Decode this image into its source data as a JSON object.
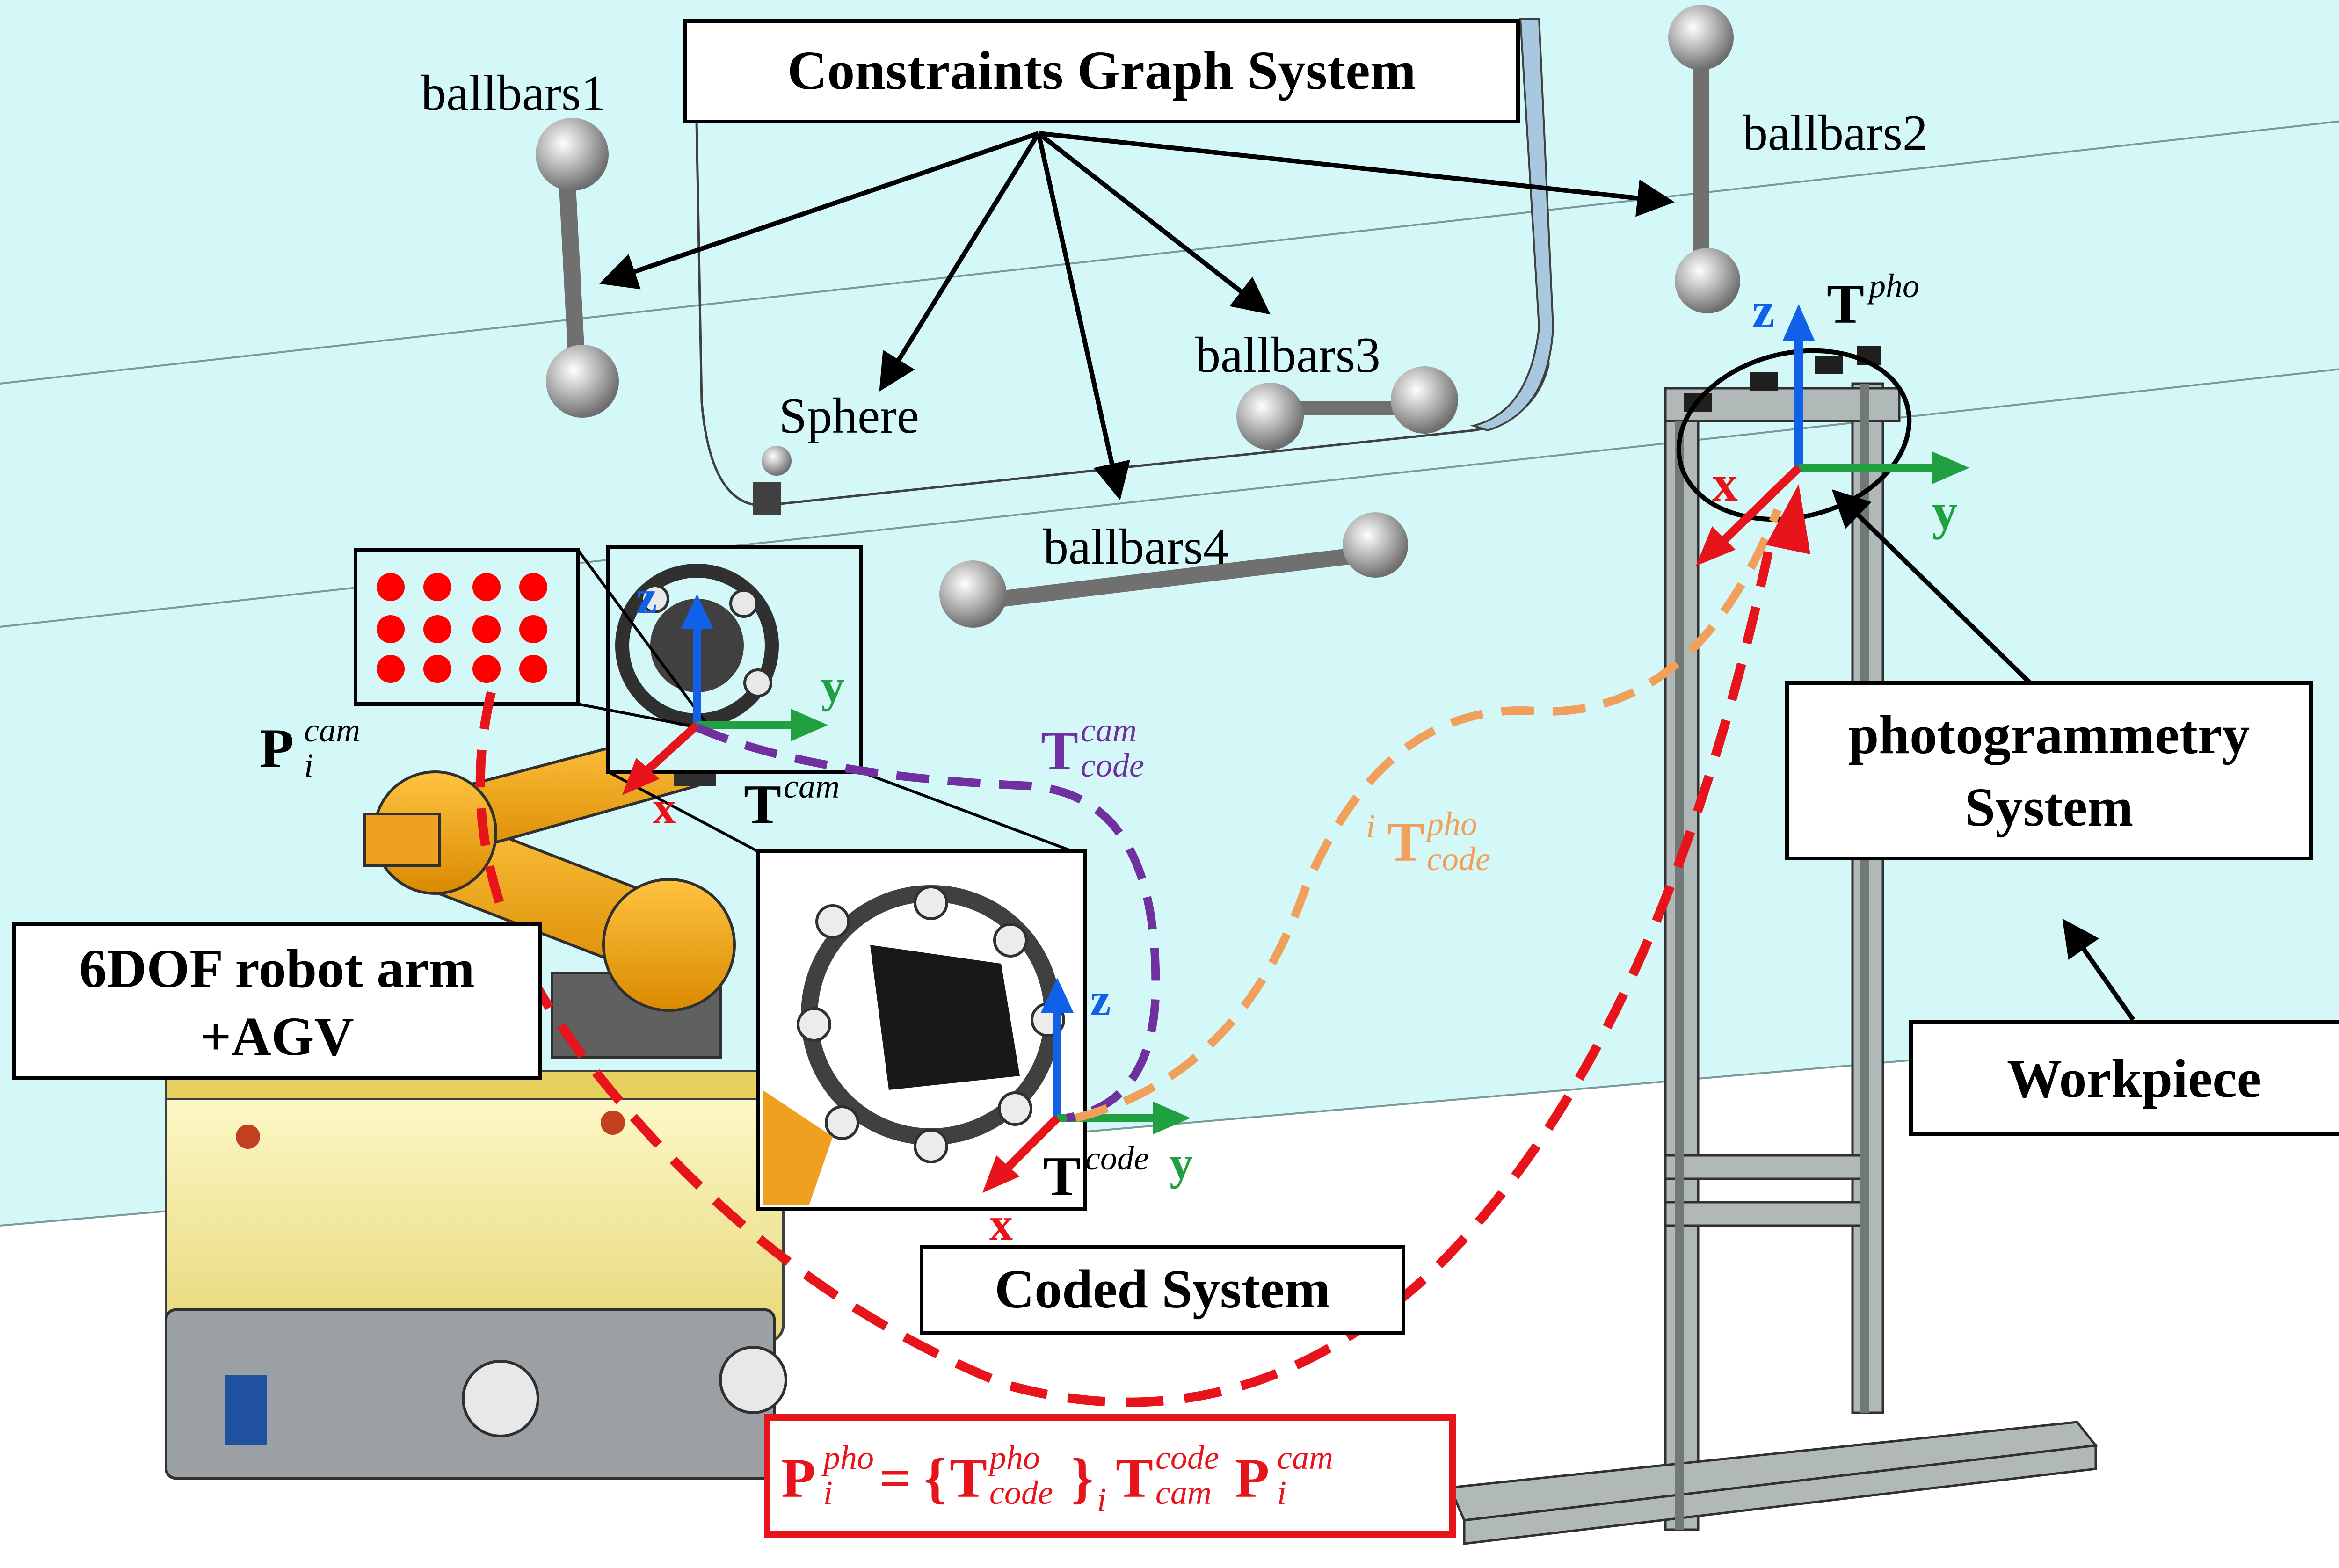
{
  "labels": {
    "constraints": "Constraints Graph System",
    "ballbars1": "ballbars1",
    "ballbars2": "ballbars2",
    "ballbars3": "ballbars3",
    "ballbars4": "ballbars4",
    "sphere": "Sphere",
    "robot_line1": "6DOF robot arm",
    "robot_line2": "+AGV",
    "photo_line1": "photogrammetry",
    "photo_line2": "System",
    "workpiece": "Workpiece",
    "coded": "Coded System"
  },
  "axes": {
    "x": "x",
    "y": "y",
    "z": "z"
  },
  "math": {
    "P": "P",
    "T": "T",
    "i": "i",
    "cam": "cam",
    "code": "code",
    "pho": "pho",
    "equals": "=",
    "lbrace": "{",
    "rbrace": "}"
  },
  "colors": {
    "background_teal": "#d4f8f8",
    "red": "#e8141c",
    "orange_dash": "#f0a05a",
    "purple_dash": "#7030a0",
    "axis_blue": "#1060e8",
    "axis_green": "#20a040",
    "axis_red": "#e8141c",
    "ballbar_gray": "#8a8a8a",
    "robot_orange": "#f0a020",
    "agv_yellow": "#f8f0a0"
  }
}
